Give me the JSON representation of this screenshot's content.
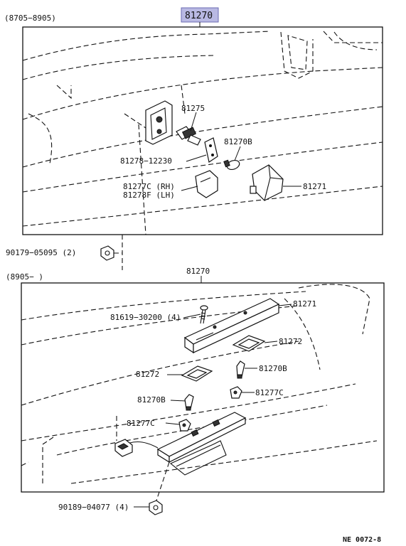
{
  "top_section": {
    "period": "(8705−8905)",
    "assembly_code": "81270",
    "parts": {
      "p81275": "81275",
      "p81270B": "81270B",
      "p81278_12230": "81278−12230",
      "p81277C_rh": "81277C (RH)",
      "p81278F_lh": "81278F (LH)",
      "p81271": "81271"
    }
  },
  "shared": {
    "p90179": "90179−05095 (2)"
  },
  "bottom_section": {
    "period": "(8905−        )",
    "assembly_code": "81270",
    "parts": {
      "p81271": "81271",
      "p81619": "81619−30200 (4)",
      "p81272_right": "81272",
      "p81272_left": "81272",
      "p81270B_right": "81270B",
      "p81270B_left": "81270B",
      "p81277C_right": "81277C",
      "p81277C_left": "81277C",
      "p90189": "90189−04077 (4)"
    }
  },
  "figure_code": "NE 0072-8",
  "colors": {
    "highlight": "#b9b9e3",
    "ink": "#111111"
  }
}
